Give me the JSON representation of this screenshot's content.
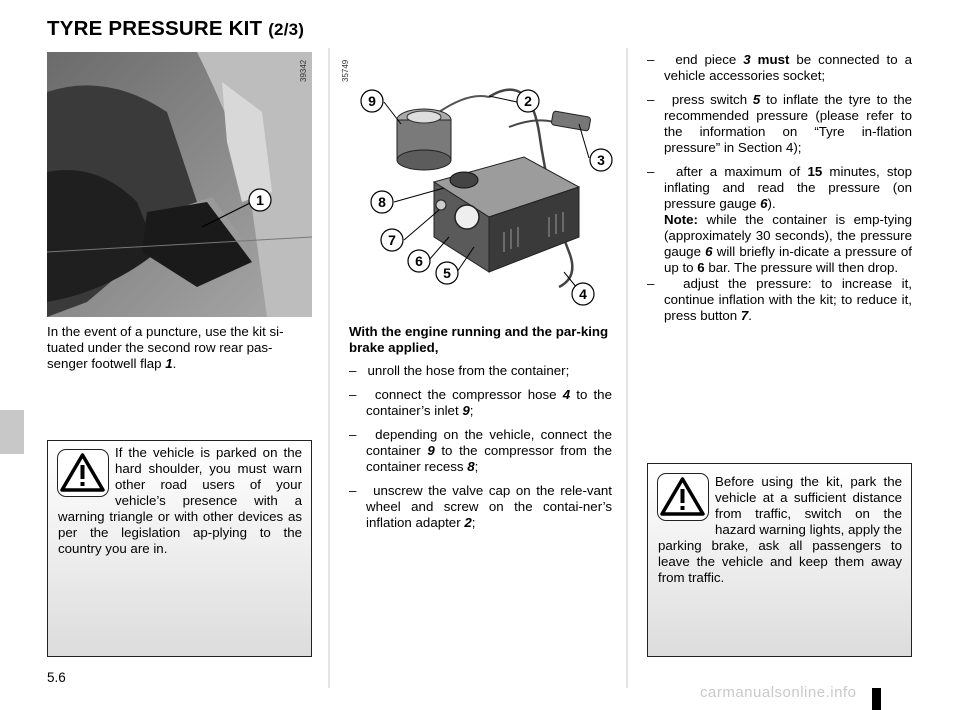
{
  "header": {
    "title": "TYRE PRESSURE KIT",
    "subtitle": "(2/3)"
  },
  "photo": {
    "id_code": "39342",
    "callout": "1"
  },
  "figure": {
    "id_code": "35749",
    "callouts": [
      "9",
      "2",
      "3",
      "8",
      "7",
      "6",
      "5",
      "4"
    ]
  },
  "left_column": {
    "intro_pre": "In the event of a puncture, use the kit si-tuated under the second row rear pas-senger footwell flap ",
    "intro_ref": "1",
    "intro_post": "."
  },
  "left_warning": {
    "text": "If the vehicle is parked on the hard shoulder, you must warn other road users of your vehicle’s presence with a warning triangle or with other devices as per the legislation ap-plying to the country you are in."
  },
  "middle_column": {
    "heading": "With the engine running and the par-king brake applied,",
    "steps": [
      {
        "pre": "unroll the hose from the container;",
        "ref": "",
        "post": ""
      },
      {
        "pre": "connect the compressor hose ",
        "ref": "4",
        "post": " to the container’s inlet ",
        "ref2": "9",
        "post2": ";"
      },
      {
        "pre": "depending on the vehicle, connect the container ",
        "ref": "9",
        "post": " to the compressor from the container recess ",
        "ref2": "8",
        "post2": ";"
      },
      {
        "pre": "unscrew the valve cap on the rele-vant wheel and screw on the contai-ner’s inflation adapter ",
        "ref": "2",
        "post": ";"
      }
    ]
  },
  "right_column": {
    "step1_pre": "end piece ",
    "step1_ref": "3",
    "step1_must": "must",
    "step1_post": " be connected to a vehicle accessories socket;",
    "step2_pre": "press switch ",
    "step2_ref": "5",
    "step2_post": " to inflate the tyre to the recommended pressure (please refer to the information on “Tyre in-flation pressure” in Section 4);",
    "step3_pre": "after a maximum of ",
    "step3_ref": "15",
    "step3_post": " minutes, stop inflating and read the pressure (on pressure gauge ",
    "step3_ref2": "6",
    "step3_post2": ").",
    "note_label": "Note:",
    "note_pre": " while the container is emp-tying (approximately 30 seconds), the pressure gauge ",
    "note_ref": "6",
    "note_mid": " will briefly in-dicate a pressure of up to ",
    "note_ref2": "6",
    "note_post": " bar. The pressure will then drop.",
    "step4_pre": "adjust the pressure: to increase it, continue inflation with the kit; to reduce it, press button ",
    "step4_ref": "7",
    "step4_post": "."
  },
  "right_warning": {
    "text": "Before using the kit, park the vehicle at a sufficient distance from traffic, switch on the hazard warning lights, apply the parking brake, ask all passengers to leave the vehicle and keep them away from traffic."
  },
  "footer": {
    "page_number": "5.6",
    "watermark": "carmanualsonline.info"
  }
}
